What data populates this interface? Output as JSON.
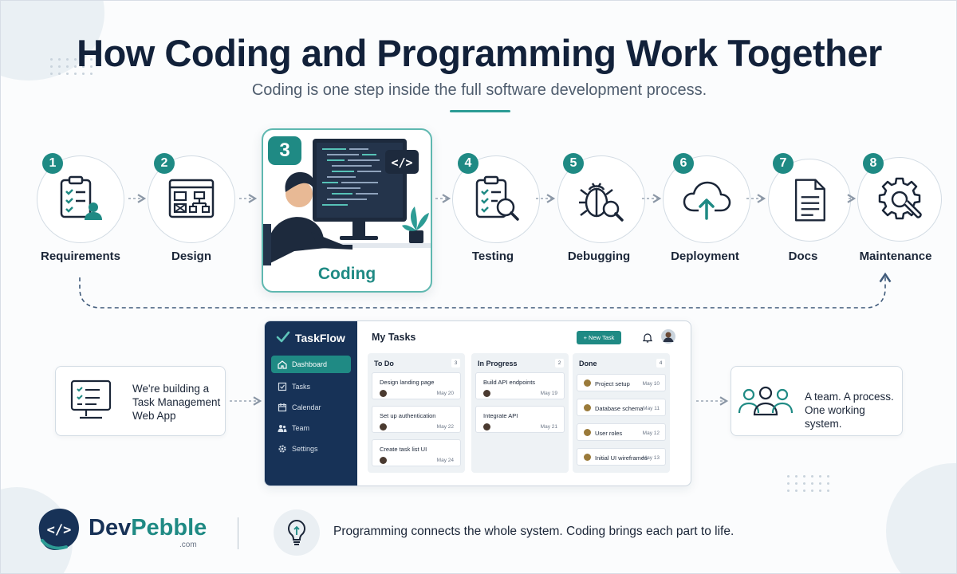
{
  "title": "How Coding and Programming Work Together",
  "subtitle": "Coding is one step inside the full software development process.",
  "steps": [
    {
      "num": "1",
      "label": "Requirements",
      "icon": "clipboard-user-icon"
    },
    {
      "num": "2",
      "label": "Design",
      "icon": "wireframe-icon"
    },
    {
      "num": "3",
      "label": "Coding",
      "icon": "developer-at-computer-icon"
    },
    {
      "num": "4",
      "label": "Testing",
      "icon": "clipboard-search-icon"
    },
    {
      "num": "5",
      "label": "Debugging",
      "icon": "bug-search-icon"
    },
    {
      "num": "6",
      "label": "Deployment",
      "icon": "cloud-upload-icon"
    },
    {
      "num": "7",
      "label": "Docs",
      "icon": "document-icon"
    },
    {
      "num": "8",
      "label": "Maintenance",
      "icon": "gear-wrench-icon"
    }
  ],
  "code_badge": "</>",
  "left_card": {
    "lines": [
      "We're building a",
      "Task Management",
      "Web App"
    ],
    "icon": "monitor-checklist-icon"
  },
  "right_card": {
    "lines": [
      "A team. A process.",
      "One working system."
    ],
    "icon": "team-icon"
  },
  "app": {
    "name": "TaskFlow",
    "nav": [
      "Dashboard",
      "Tasks",
      "Calendar",
      "Team",
      "Settings"
    ],
    "main_title": "My Tasks",
    "new_task": "+ New Task",
    "columns": [
      {
        "name": "To Do",
        "count": "3",
        "tasks": [
          {
            "title": "Design landing page",
            "date": "May 20"
          },
          {
            "title": "Set up authentication",
            "date": "May 22"
          },
          {
            "title": "Create task list UI",
            "date": "May 24"
          }
        ]
      },
      {
        "name": "In Progress",
        "count": "2",
        "tasks": [
          {
            "title": "Build API endpoints",
            "date": "May 19"
          },
          {
            "title": "Integrate API",
            "date": "May 21"
          }
        ]
      },
      {
        "name": "Done",
        "count": "4",
        "tasks": [
          {
            "title": "Project setup",
            "date": "May 10"
          },
          {
            "title": "Database schema",
            "date": "May 11"
          },
          {
            "title": "User roles",
            "date": "May 12"
          },
          {
            "title": "Initial UI wireframes",
            "date": "May 13"
          }
        ]
      }
    ]
  },
  "brand": {
    "name_a": "Dev",
    "name_b": "Pebble",
    "sub": ".com",
    "logo_glyph": "</>"
  },
  "footer_text": "Programming connects the whole system.  Coding brings each part to life.",
  "colors": {
    "accent": "#1f8a84",
    "navy": "#173257",
    "text": "#12213a"
  }
}
